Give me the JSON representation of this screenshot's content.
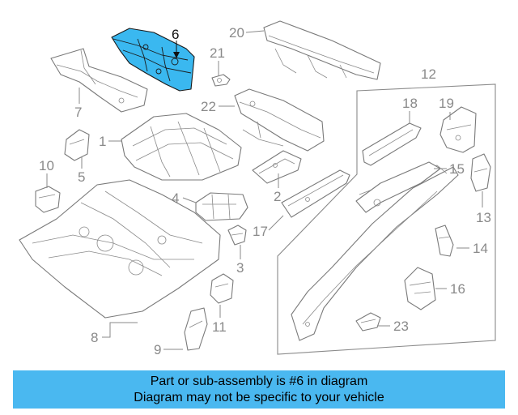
{
  "colors": {
    "highlight": "#3ab8f0",
    "banner": "#4ab8f0",
    "outline": "#7a7a7a",
    "callout_text": "#8a8a8a"
  },
  "highlighted_callout": "6",
  "callouts": {
    "c1": "1",
    "c2": "2",
    "c3": "3",
    "c4": "4",
    "c5": "5",
    "c6": "6",
    "c7": "7",
    "c8": "8",
    "c9": "9",
    "c10": "10",
    "c11": "11",
    "c12": "12",
    "c13": "13",
    "c14": "14",
    "c15": "15",
    "c16": "16",
    "c17": "17",
    "c18": "18",
    "c19": "19",
    "c20": "20",
    "c21": "21",
    "c22": "22",
    "c23": "23"
  },
  "banner": {
    "line1": "Part or sub-assembly is #6 in diagram",
    "line2": "Diagram may not be specific to your vehicle"
  }
}
